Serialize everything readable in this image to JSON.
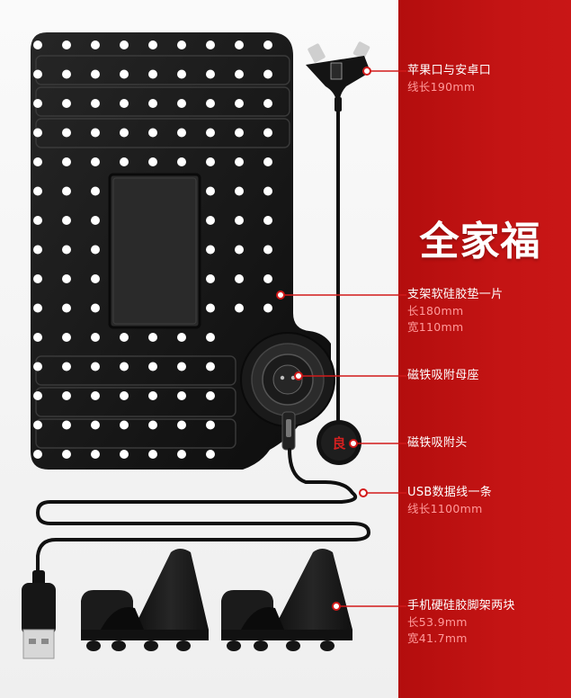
{
  "title": "全家福",
  "callouts": [
    {
      "title": "苹果口与安卓口",
      "sub": [
        "线长190mm"
      ]
    },
    {
      "title": "支架软硅胶垫一片",
      "sub": [
        "长180mm",
        "宽110mm"
      ]
    },
    {
      "title": "磁铁吸附母座",
      "sub": []
    },
    {
      "title": "磁铁吸附头",
      "sub": []
    },
    {
      "title": "USB数据线一条",
      "sub": [
        "线长1100mm"
      ]
    },
    {
      "title": "手机硬硅胶脚架两块",
      "sub": [
        "长53.9mm",
        "宽41.7mm"
      ]
    }
  ],
  "colors": {
    "panel": "#c41414",
    "accent": "#d21a1a",
    "product": "#141414"
  }
}
